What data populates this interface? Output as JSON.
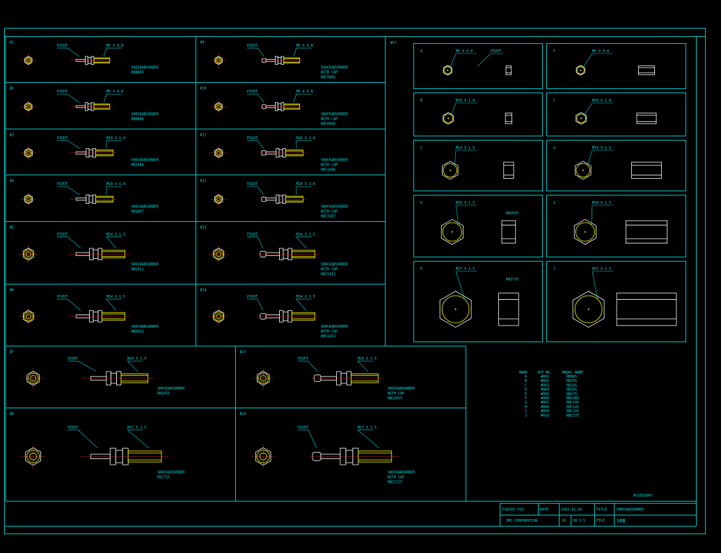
{
  "cells_top": [
    {
      "num": "#1",
      "pivot": "PIVOT",
      "thread": "M5 X 0.8",
      "name": [
        "SHOCKABSORBER"
      ],
      "model": "RB0805"
    },
    {
      "num": "#9",
      "pivot": "PIVOT",
      "thread": "M5 X 0.8",
      "name": [
        "SHOCKABSORBER",
        "WITH CAP"
      ],
      "model": "RBC0805"
    },
    {
      "num": "#2",
      "pivot": "PIVOT",
      "thread": "M5 X 0.8",
      "name": [
        "SHOCKABSORBER"
      ],
      "model": "RB0806"
    },
    {
      "num": "#10",
      "pivot": "PIVOT",
      "thread": "M5 X 0.8",
      "name": [
        "SHOCKABSORBER",
        "WITH CAP"
      ],
      "model": "RBC0806"
    },
    {
      "num": "#3",
      "pivot": "PIVOT",
      "thread": "M10 X 1.0",
      "name": [
        "SHOCKABSORBER"
      ],
      "model": "RB1006"
    },
    {
      "num": "#11",
      "pivot": "PIVOT",
      "thread": "M10 X 1.0",
      "name": [
        "SHOCKABSORBER",
        "WITH CAP"
      ],
      "model": "RBC1006"
    },
    {
      "num": "#4",
      "pivot": "PIVOT",
      "thread": "M10 X 1.0",
      "name": [
        "SHOCKABSORBER"
      ],
      "model": "RB1007"
    },
    {
      "num": "#12",
      "pivot": "PIVOT",
      "thread": "M10 X 1.0",
      "name": [
        "SHOCKABSORBER",
        "WITH CAP"
      ],
      "model": "RBC1007"
    },
    {
      "num": "#5",
      "pivot": "PIVOT",
      "thread": "M14 X 1.5",
      "name": [
        "SHOCKABSORBER"
      ],
      "model": "RB1411"
    },
    {
      "num": "#13",
      "pivot": "PIVOT",
      "thread": "M14 X 1.5",
      "name": [
        "SHOCKABSORBER",
        "WITH CAP"
      ],
      "model": "RBC1411"
    },
    {
      "num": "#6",
      "pivot": "PIVOT",
      "thread": "M14 X 1.5",
      "name": [
        "SHOCKABSORBER"
      ],
      "model": "RB1412"
    },
    {
      "num": "#14",
      "pivot": "PIVOT",
      "thread": "M14 X 1.5",
      "name": [
        "SHOCKABSORBER",
        "WITH CAP"
      ],
      "model": "RBC1412"
    }
  ],
  "cells_bottom": [
    {
      "num": "#7",
      "pivot": "PIVOT",
      "thread": "M20 X 1.5",
      "name": [
        "SHOCKABSORBER"
      ],
      "model": "RB2015"
    },
    {
      "num": "#15",
      "pivot": "PIVOT",
      "thread": "M20 X 1.5",
      "name": [
        "SHOCKABSORBER",
        "WITH CAP"
      ],
      "model": "RBC2015"
    },
    {
      "num": "#8",
      "pivot": "PIVOT",
      "thread": "M27 X 1.5",
      "name": [
        "SHOCKABSORBER"
      ],
      "model": "RB2725"
    },
    {
      "num": "#16",
      "pivot": "PIVOT",
      "thread": "M27 X 1.5",
      "name": [
        "SHOCKABSORBER",
        "WITH CAP"
      ],
      "model": "RBC2725"
    }
  ],
  "acc_num": "#17",
  "acc_cells": [
    {
      "mark": "A",
      "thread": "M5 X 0.8",
      "pivot": "PIVOT",
      "note": ""
    },
    {
      "mark": "F",
      "thread": "M5 X 0.8",
      "pivot": "",
      "note": ""
    },
    {
      "mark": "B",
      "thread": "M10 X 1.0",
      "pivot": "",
      "note": ""
    },
    {
      "mark": "C",
      "thread": "M10 X 1.0",
      "pivot": "",
      "note": ""
    },
    {
      "mark": "C",
      "thread": "M14 X 1.5",
      "pivot": "",
      "note": ""
    },
    {
      "mark": "d",
      "thread": "M14 X 1.5",
      "pivot": "",
      "note": ""
    },
    {
      "mark": "D",
      "thread": "M20 X 1.5",
      "pivot": "",
      "note": "RB2025"
    },
    {
      "mark": "I",
      "thread": "M20 X 1.5",
      "pivot": "",
      "note": ""
    },
    {
      "mark": "E",
      "thread": "M27 X 1.5",
      "pivot": "",
      "note": "RB2725"
    },
    {
      "mark": "J",
      "thread": "M27 X 1.5",
      "pivot": "",
      "note": ""
    }
  ],
  "table": {
    "headers": [
      "MARK",
      "SET NO.",
      "MODEL NAME"
    ],
    "rows": [
      [
        "A",
        "#001",
        "RB08S"
      ],
      [
        "B",
        "#002",
        "RB10S"
      ],
      [
        "C",
        "#003",
        "RB14S"
      ],
      [
        "D",
        "#004",
        "RB20S"
      ],
      [
        "E",
        "#005",
        "RB27S"
      ],
      [
        "F",
        "#006",
        "RBC08S"
      ],
      [
        "G",
        "#007",
        "RBC10S"
      ],
      [
        "H",
        "#008",
        "RBC14S"
      ],
      [
        "I",
        "#009",
        "RBC20S"
      ],
      [
        "J",
        "#010",
        "RBC27S"
      ]
    ]
  },
  "accessory_label": "ACCESSORY",
  "title_block": {
    "drawing_no": "F28101-Y13",
    "date_label": "DATE",
    "date": "1993.11.24",
    "title_label": "TITLE",
    "title": "SHOCKABSORBER",
    "company": "SMC CORPORATION",
    "size": "A1",
    "sheet": "SH 1/1",
    "file_label": "FILE",
    "file": "SRB"
  }
}
